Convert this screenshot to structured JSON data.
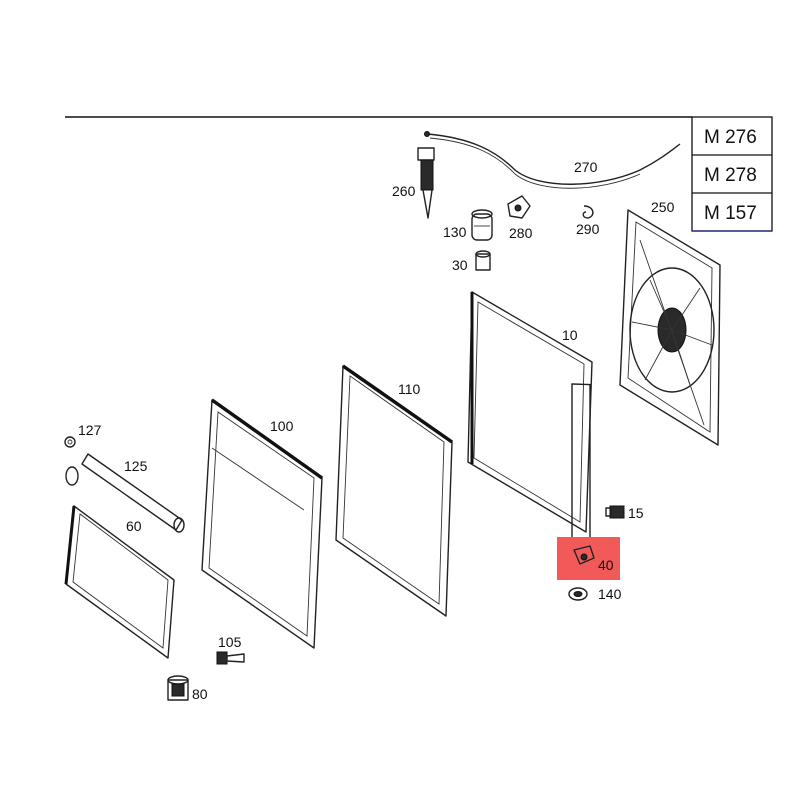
{
  "engine_variants": [
    "M 276",
    "M 278",
    "M 157"
  ],
  "highlight_color": "#f25a5a",
  "labels": {
    "p270": "270",
    "p260": "260",
    "p130": "130",
    "p280": "280",
    "p290": "290",
    "p250": "250",
    "p30": "30",
    "p10": "10",
    "p110": "110",
    "p100": "100",
    "p127": "127",
    "p125": "125",
    "p60": "60",
    "p15": "15",
    "p40": "40",
    "p140": "140",
    "p105": "105",
    "p80": "80"
  }
}
